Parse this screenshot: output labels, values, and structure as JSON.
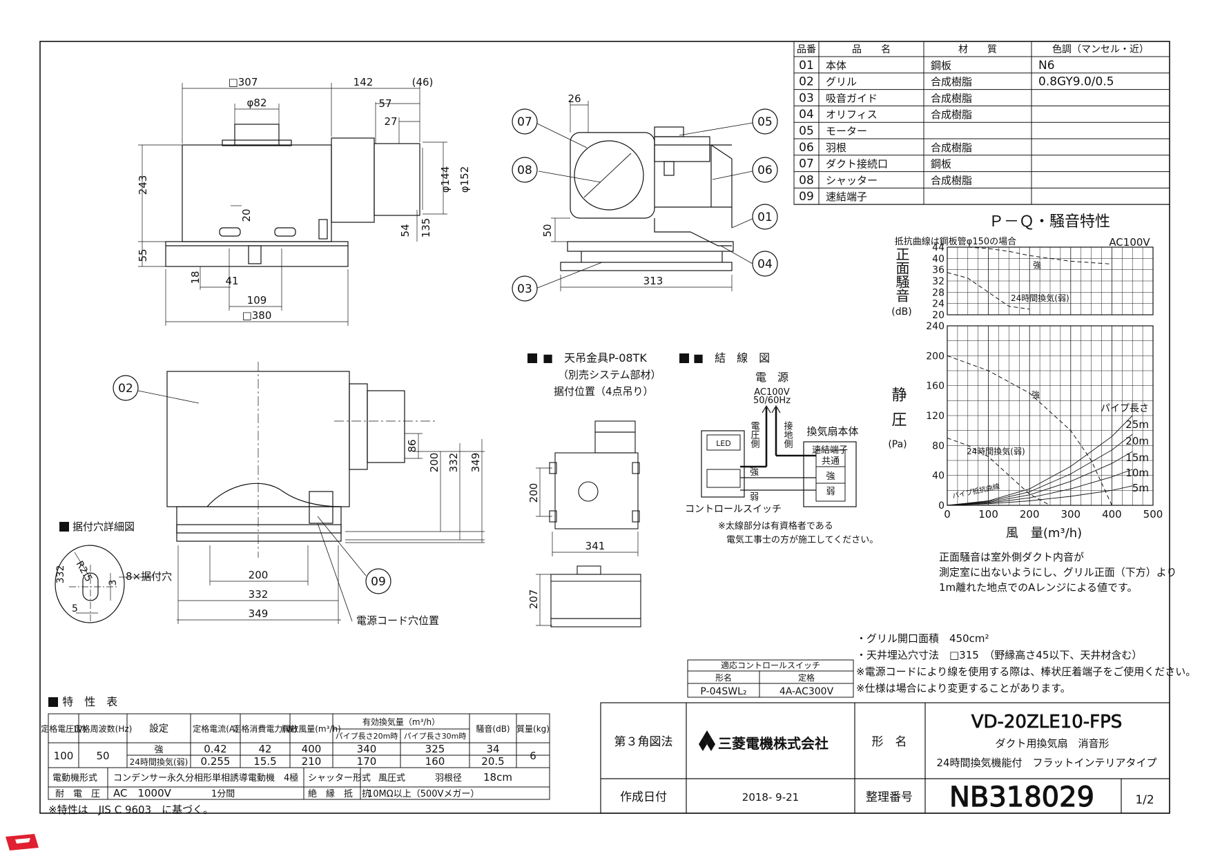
{
  "parts_table": {
    "headers": [
      "品番",
      "品　　名",
      "材　　質",
      "色調（マンセル・近）"
    ],
    "rows": [
      [
        "01",
        "本体",
        "鋼板",
        "N6"
      ],
      [
        "02",
        "グリル",
        "合成樹脂",
        "0.8GY9.0/0.5"
      ],
      [
        "03",
        "吸音ガイド",
        "合成樹脂",
        ""
      ],
      [
        "04",
        "オリフィス",
        "合成樹脂",
        ""
      ],
      [
        "05",
        "モーター",
        "",
        ""
      ],
      [
        "06",
        "羽根",
        "合成樹脂",
        ""
      ],
      [
        "07",
        "ダクト接続口",
        "鋼板",
        ""
      ],
      [
        "08",
        "シャッター",
        "合成樹脂",
        ""
      ],
      [
        "09",
        "速結端子",
        "",
        ""
      ]
    ]
  },
  "front_view": {
    "dims": [
      "□307",
      "142",
      "(46)",
      "φ82",
      "57",
      "27",
      "243",
      "φ144",
      "φ152",
      "20",
      "54",
      "135",
      "55",
      "18",
      "41",
      "109",
      "□380"
    ]
  },
  "side_view": {
    "dims": [
      "26",
      "50",
      "313"
    ],
    "callouts": [
      "07",
      "08",
      "05",
      "06",
      "01",
      "04",
      "03"
    ]
  },
  "bottom_view": {
    "dims": [
      "86",
      "200",
      "332",
      "349",
      "200",
      "332",
      "349"
    ],
    "callouts": [
      "02",
      "09"
    ],
    "cord_label": "電源コード穴位置"
  },
  "mount_detail": {
    "title": "■ 据付穴詳細図",
    "dims": [
      "332",
      "R2.5",
      "3",
      "5"
    ],
    "hole_label": "8×据付穴"
  },
  "hanger": {
    "title_lines": [
      "■　天吊金具P-08TK",
      "（別売システム部材）",
      "据付位置（4点吊り）"
    ],
    "dims": [
      "200",
      "341",
      "207"
    ]
  },
  "wiring": {
    "title": "■　結　線　図",
    "power_label": "電　源",
    "power_spec": [
      "AC100V",
      "50/60Hz"
    ],
    "side_labels": [
      "電圧側",
      "接地側"
    ],
    "fan_body": "換気扇本体",
    "terminal_title": "速結端子",
    "terminals": [
      "共通",
      "強",
      "弱"
    ],
    "switch_marks": [
      "強",
      "弱"
    ],
    "led": "LED",
    "switch_label": "コントロールスイッチ",
    "notes": [
      "※太線部分は有資格者である",
      "電気工事士の方が施工してください。"
    ]
  },
  "pq_chart": {
    "title": "Ｐ－Ｑ・騒音特性",
    "note": "抵抗曲線は鋼板管φ150の場合",
    "voltage": "AC100V",
    "noise_ylabel": "正面騒音",
    "noise_unit": "(dB)",
    "noise_ticks": [
      "44",
      "40",
      "36",
      "32",
      "28",
      "24",
      "20"
    ],
    "pressure_ylabel": "静圧",
    "pressure_unit": "(Pa)",
    "pressure_ticks": [
      "240",
      "200",
      "160",
      "120",
      "80",
      "40",
      "0"
    ],
    "x_ticks": [
      "0",
      "100",
      "200",
      "300",
      "400",
      "500"
    ],
    "xlabel": "風　量(m³/h)",
    "label_strong": "強",
    "label_weak": "24時間換気(弱)",
    "pipe_label": "パイプ長さ",
    "pipe_lengths": [
      "25m",
      "20m",
      "15m",
      "10m",
      "5m"
    ],
    "resistance_label": "パイプ抵抗曲線",
    "remarks": [
      "正面騒音は室外側ダクト内音が",
      "測定室に出ないようにし、グリル正面（下方）より",
      "1m離れた地点でのAレンジによる値です。"
    ]
  },
  "chart_data": {
    "type": "line",
    "title": "Ｐ－Ｑ・騒音特性",
    "xlabel": "風　量(m³/h)",
    "xlim": [
      0,
      500
    ],
    "panels": [
      {
        "name": "正面騒音",
        "ylabel": "正面騒音 (dB)",
        "ylim": [
          20,
          44
        ],
        "series": [
          {
            "name": "強",
            "x": [
              0,
              50,
              100,
              150,
              200,
              250,
              300,
              350,
              400
            ],
            "y": [
              44,
              44,
              43.5,
              42.5,
              41,
              40,
              39,
              38.5,
              38
            ]
          },
          {
            "name": "24時間換気(弱)",
            "x": [
              0,
              50,
              100,
              150,
              200
            ],
            "y": [
              35,
              33,
              28,
              23,
              22
            ]
          }
        ]
      },
      {
        "name": "静圧",
        "ylabel": "静圧 (Pa)",
        "ylim": [
          0,
          240
        ],
        "series": [
          {
            "name": "強",
            "x": [
              0,
              100,
              200,
              300,
              350,
              400
            ],
            "y": [
              200,
              180,
              150,
              100,
              60,
              0
            ]
          },
          {
            "name": "24時間換気(弱)",
            "x": [
              0,
              50,
              100,
              150,
              200,
              250
            ],
            "y": [
              90,
              80,
              65,
              40,
              15,
              0
            ]
          },
          {
            "name": "25m",
            "x": [
              0,
              100,
              200,
              300,
              400,
              450
            ],
            "y": [
              0,
              6,
              22,
              52,
              92,
              120
            ]
          },
          {
            "name": "20m",
            "x": [
              0,
              100,
              200,
              300,
              400,
              450
            ],
            "y": [
              0,
              5,
              18,
              42,
              74,
              95
            ]
          },
          {
            "name": "15m",
            "x": [
              0,
              100,
              200,
              300,
              400,
              450
            ],
            "y": [
              0,
              4,
              14,
              32,
              56,
              72
            ]
          },
          {
            "name": "10m",
            "x": [
              0,
              100,
              200,
              300,
              400,
              450
            ],
            "y": [
              0,
              3,
              10,
              22,
              38,
              48
            ]
          },
          {
            "name": "5m",
            "x": [
              0,
              100,
              200,
              300,
              400,
              450
            ],
            "y": [
              0,
              2,
              6,
              12,
              20,
              26
            ]
          }
        ]
      }
    ]
  },
  "spec_notes": [
    "・グリル開口面積　450cm²",
    "・天井埋込穴寸法　□315　（野縁高さ45以下、天井材含む）",
    "※電源コードにより線を使用する際は、棒状圧着端子をご使用ください。",
    "※仕様は場合により変更することがあります。"
  ],
  "switch_table": {
    "title": "適応コントロールスイッチ",
    "headers": [
      "形名",
      "定格"
    ],
    "row": [
      "P-04SWL₂",
      "4A-AC300V"
    ]
  },
  "char_table": {
    "title": "■ 特　性　表",
    "h_voltage": "定格電圧(V)",
    "h_freq": "定格周波数(Hz)",
    "h_setting": "設定",
    "h_current": "定格電流(A)",
    "h_power": "定格消費電力(W)",
    "h_open_air": "開放風量(m³/h)",
    "h_eff_air": "有効換気量（m³/h）",
    "h_pipe20": "パイプ長さ20m時",
    "h_pipe30": "パイプ長さ30m時",
    "h_noise": "騒音(dB)",
    "h_mass": "質量(kg)",
    "voltage": "100",
    "freq": "50",
    "mass": "6",
    "rows": [
      [
        "強",
        "0.42",
        "42",
        "400",
        "340",
        "325",
        "34"
      ],
      [
        "24時間換気(弱)",
        "0.255",
        "15.5",
        "210",
        "170",
        "160",
        "20.5"
      ]
    ],
    "motor_label": "電動機形式",
    "motor_value": "コンデンサー永久分相形単相誘導電動機　4極",
    "shutter_label": "シャッター形式",
    "shutter_value": "風圧式",
    "blade_label": "羽根径",
    "blade_value": "18cm",
    "withstand_label": "耐　電　圧",
    "withstand_value": "AC　1000V",
    "withstand_time": "1分間",
    "insulation_label": "絶　縁　抵　抗",
    "insulation_value": "10MΩ以上（500Vメガー）",
    "footnote": "※特性は　JIS C 9603　に基づく。"
  },
  "title_block": {
    "projection": "第３角図法",
    "company": "三菱電機株式会社",
    "name_label": "形　名",
    "model": "VD-20ZLE10-FPS",
    "desc1": "ダクト用換気扇　消音形",
    "desc2": "24時間換気機能付　フラットインテリアタイプ",
    "date_label": "作成日付",
    "date": "2018- 9-21",
    "number_label": "整理番号",
    "number": "NB318029",
    "page": "1/2"
  }
}
